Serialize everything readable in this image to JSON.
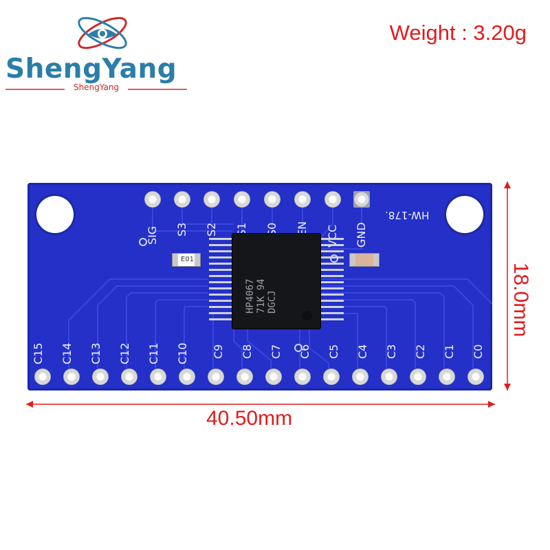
{
  "brand": {
    "name": "ShengYang",
    "tagline": "ShengYang"
  },
  "weight": "Weight : 3.20g",
  "dimensions": {
    "width": "40.50mm",
    "height": "18.0mm"
  },
  "board": {
    "model": "HW-178.",
    "chip": {
      "line1": "HP4067",
      "line2": "71K 94",
      "line3": "DGCJ"
    },
    "resistor_label": "E01",
    "top_pins": [
      "SIG",
      "S3",
      "S2",
      "S1",
      "S0",
      "EN",
      "VCC",
      "GND"
    ],
    "bottom_pins": [
      "C15",
      "C14",
      "C13",
      "C12",
      "C11",
      "C10",
      "C9",
      "C8",
      "C7",
      "C6",
      "C5",
      "C4",
      "C3",
      "C2",
      "C1",
      "C0"
    ]
  },
  "colors": {
    "brand_blue": "#2b7ea8",
    "accent_red": "#e21b1b",
    "pcb_blue": "#2430c8"
  }
}
